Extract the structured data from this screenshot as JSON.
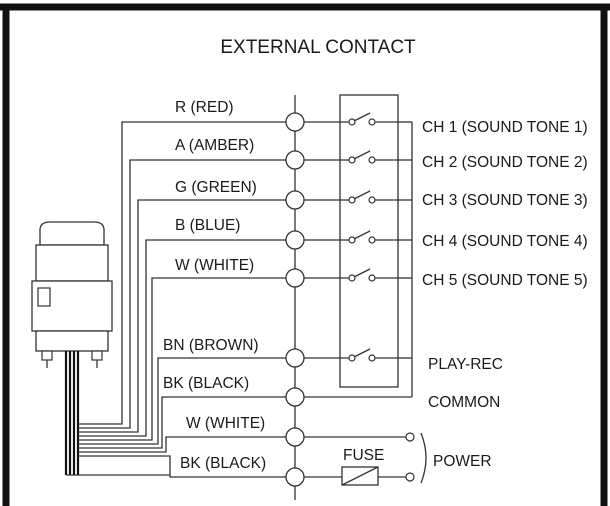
{
  "title": "EXTERNAL CONTACT",
  "wires": [
    {
      "id": "red",
      "label": "R (RED)"
    },
    {
      "id": "amber",
      "label": "A (AMBER)"
    },
    {
      "id": "green",
      "label": "G (GREEN)"
    },
    {
      "id": "blue",
      "label": "B (BLUE)"
    },
    {
      "id": "white-1",
      "label": "W (WHITE)"
    },
    {
      "id": "brown",
      "label": "BN (BROWN)"
    },
    {
      "id": "black-1",
      "label": "BK (BLACK)"
    },
    {
      "id": "white-2",
      "label": "W (WHITE)"
    },
    {
      "id": "black-2",
      "label": "BK (BLACK)"
    }
  ],
  "channels": [
    {
      "label": "CH 1 (SOUND TONE 1)"
    },
    {
      "label": "CH 2 (SOUND TONE 2)"
    },
    {
      "label": "CH 3 (SOUND TONE 3)"
    },
    {
      "label": "CH 4 (SOUND TONE 4)"
    },
    {
      "label": "CH 5 (SOUND TONE 5)"
    }
  ],
  "play_rec_label": "PLAY-REC",
  "common_label": "COMMON",
  "fuse_label": "FUSE",
  "power_label": "POWER"
}
